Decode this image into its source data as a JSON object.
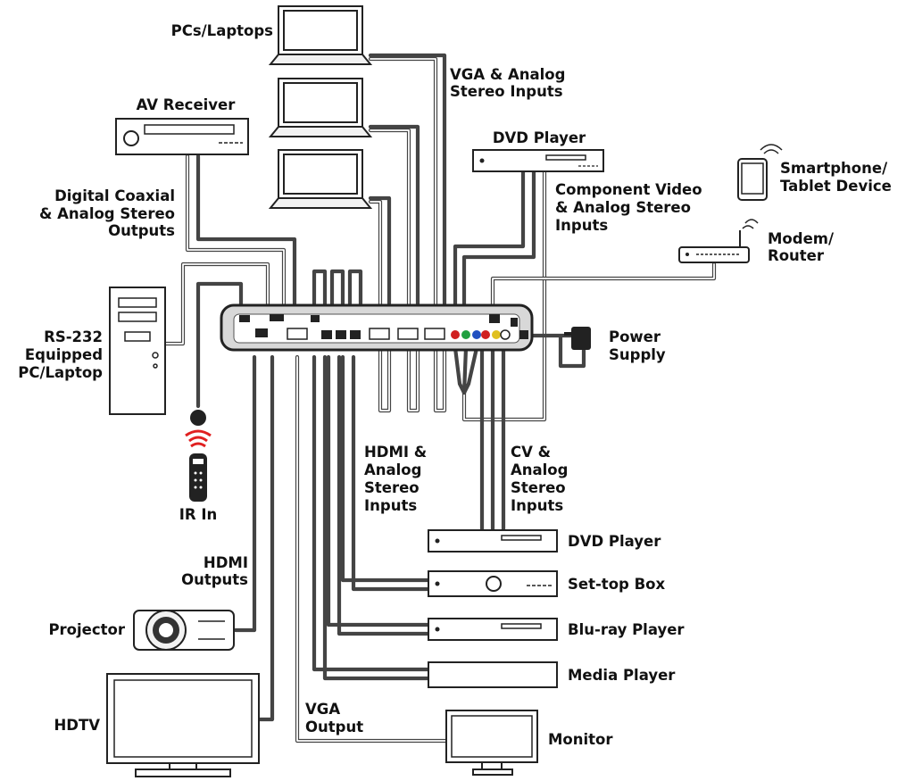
{
  "labels": {
    "pcs_laptops": "PCs/Laptops",
    "vga_analog_1": "VGA & Analog",
    "vga_analog_2": "Stereo Inputs",
    "av_receiver": "AV Receiver",
    "dvd_player_top": "DVD Player",
    "smartphone_1": "Smartphone/",
    "smartphone_2": "Tablet Device",
    "component_1": "Component Video",
    "component_2": "& Analog Stereo",
    "component_3": "Inputs",
    "digital_coax_1": "Digital Coaxial",
    "digital_coax_2": "& Analog Stereo",
    "digital_coax_3": "Outputs",
    "modem_1": "Modem/",
    "modem_2": "Router",
    "rs232_1": "RS-232",
    "rs232_2": "Equipped",
    "rs232_3": "PC/Laptop",
    "power_1": "Power",
    "power_2": "Supply",
    "ir_in": "IR In",
    "hdmi_in_1": "HDMI &",
    "hdmi_in_2": "Analog",
    "hdmi_in_3": "Stereo",
    "hdmi_in_4": "Inputs",
    "cv_1": "CV &",
    "cv_2": "Analog",
    "cv_3": "Stereo",
    "cv_4": "Inputs",
    "hdmi_out_1": "HDMI",
    "hdmi_out_2": "Outputs",
    "dvd_player_bottom": "DVD Player",
    "set_top_box": "Set-top Box",
    "projector": "Projector",
    "bluray_player": "Blu-ray Player",
    "media_player": "Media Player",
    "hdtv": "HDTV",
    "vga_out_1": "VGA",
    "vga_out_2": "Output",
    "monitor": "Monitor"
  },
  "colors": {
    "cable": "#444444",
    "device_stroke": "#222222",
    "hub_fill": "#d8d8d8",
    "ir_red": "#e02020",
    "component_red": "#d02020",
    "component_green": "#20a040",
    "component_blue": "#2050c0",
    "composite_yellow": "#e0c020"
  },
  "icons": [
    "laptop-icon",
    "av-receiver-icon",
    "dvd-player-icon",
    "tablet-icon",
    "router-icon",
    "pc-tower-icon",
    "power-adapter-icon",
    "ir-remote-icon",
    "projector-icon",
    "tv-icon",
    "monitor-icon",
    "set-top-box-icon",
    "bluray-player-icon",
    "media-player-icon"
  ]
}
